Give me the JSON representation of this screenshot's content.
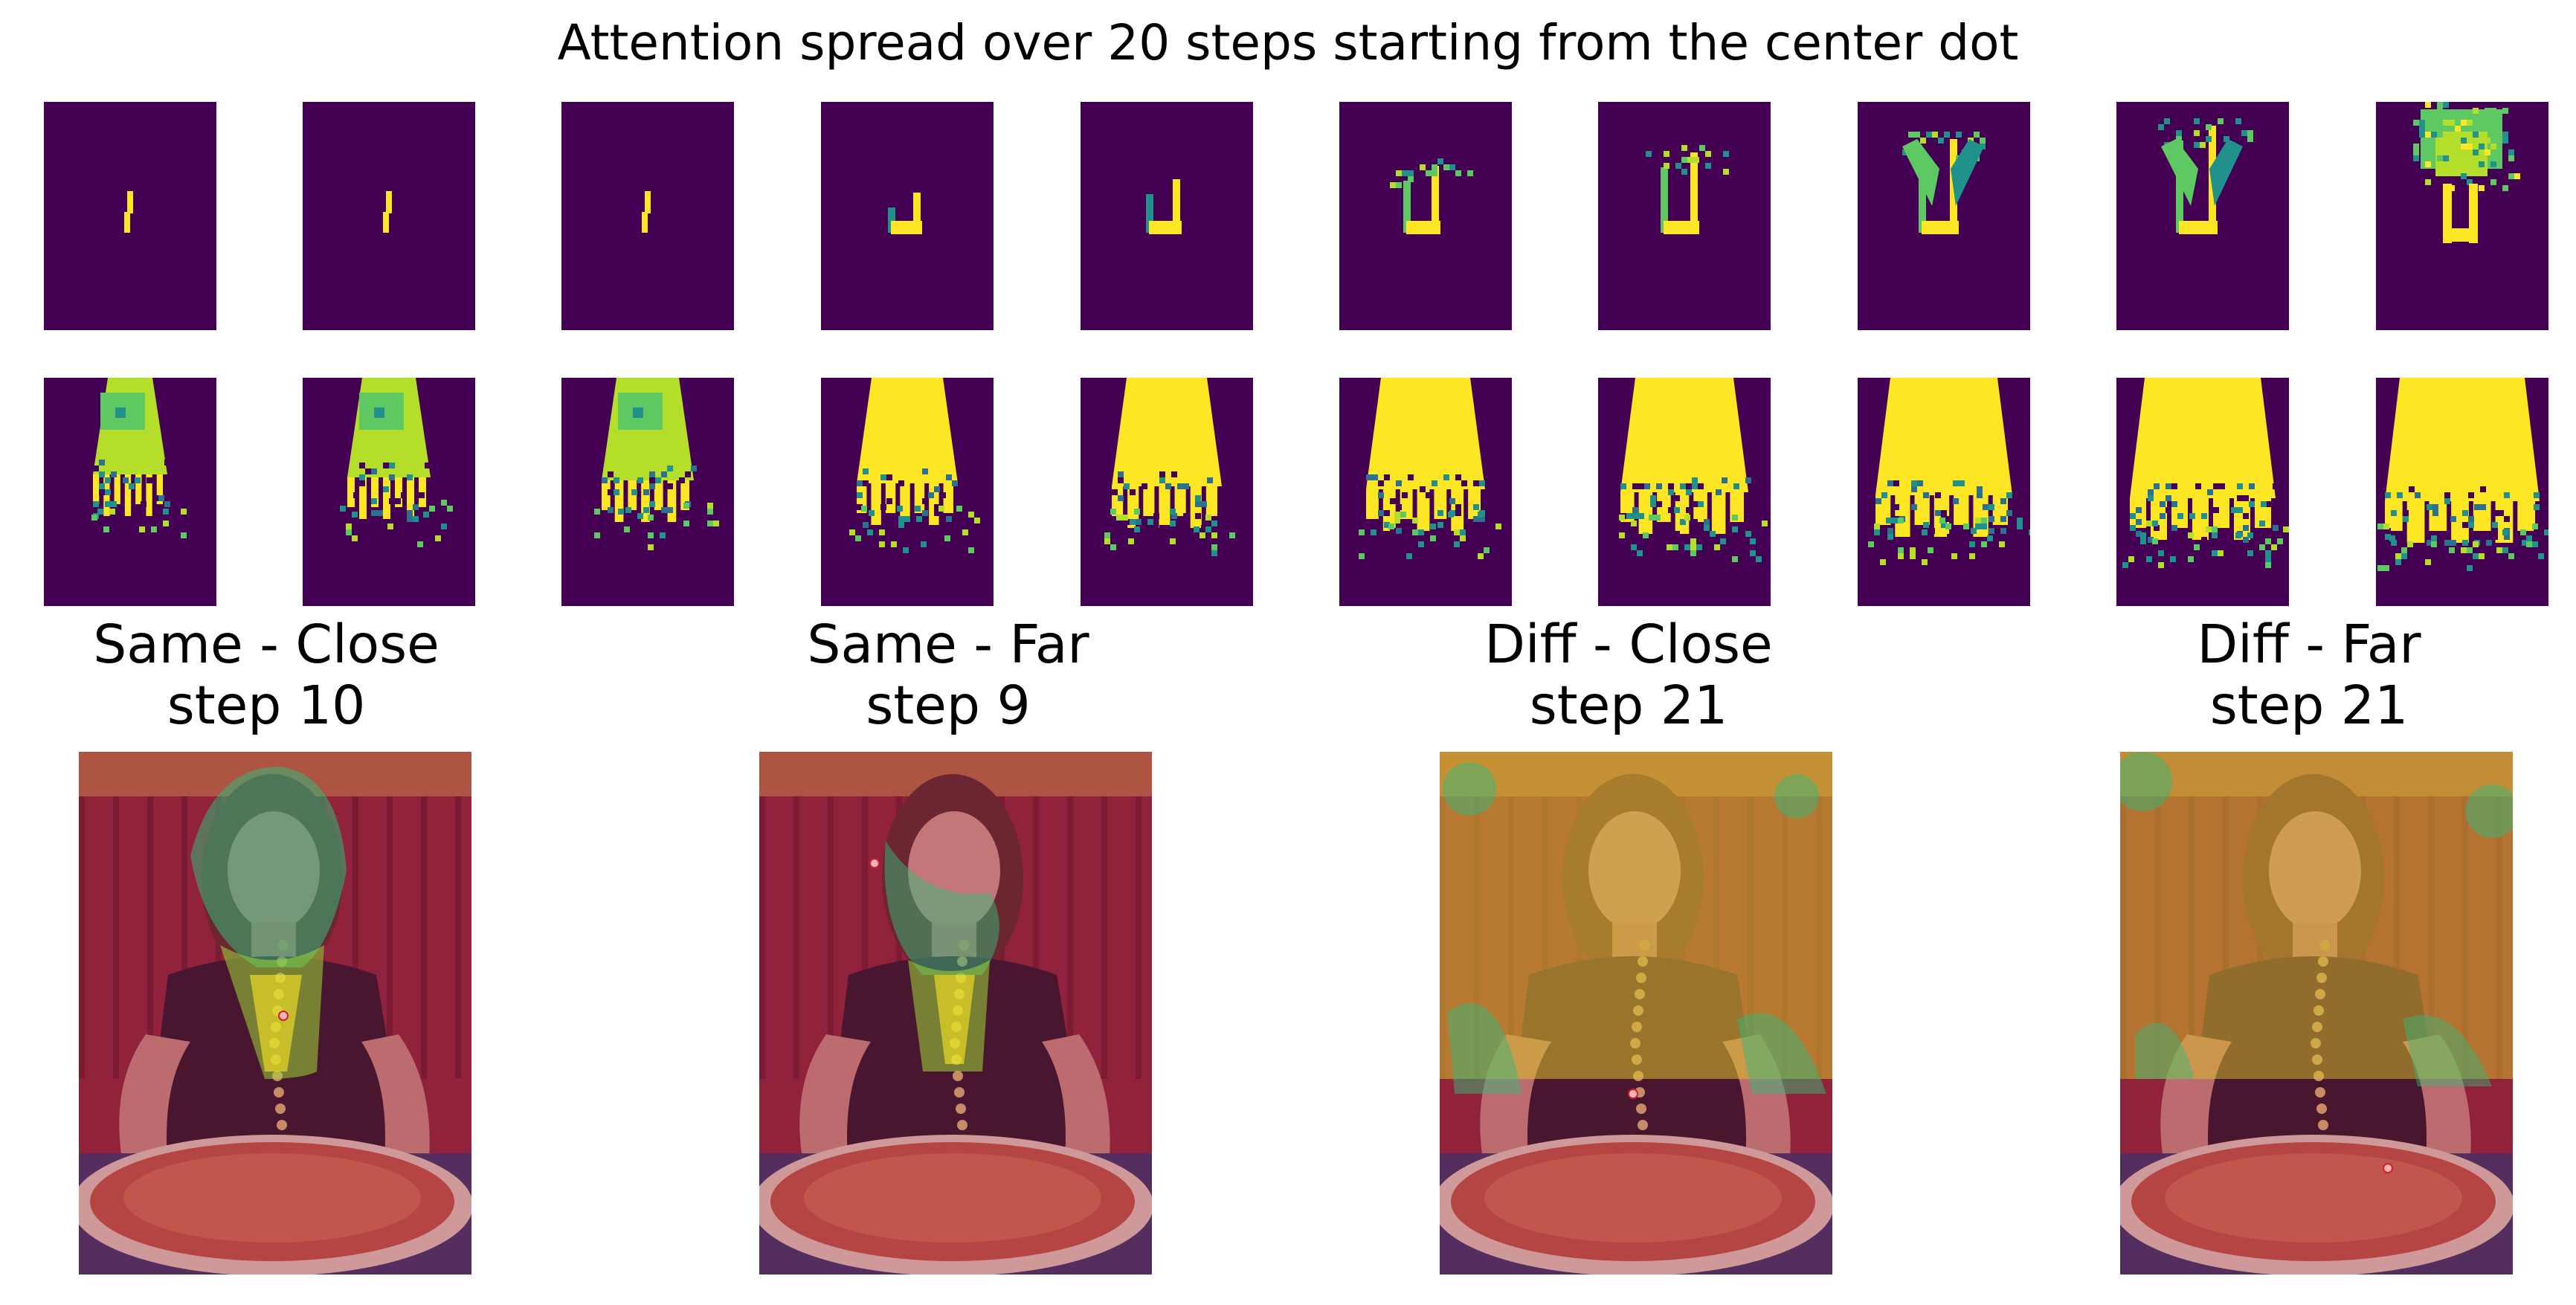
{
  "title": "Attention spread over 20 steps starting from the center dot",
  "panels": [
    {
      "label": "Same - Close",
      "step": "step 10"
    },
    {
      "label": "Same - Far",
      "step": "step 9"
    },
    {
      "label": "Diff - Close",
      "step": "step 21"
    },
    {
      "label": "Diff - Far",
      "step": "step 21"
    }
  ],
  "thumbnail_rows": 2,
  "thumbnails_per_row": 10,
  "colors": {
    "colormap_low": "#440154",
    "colormap_mid": "#21918c",
    "colormap_high": "#fde725",
    "background": "#ffffff"
  }
}
